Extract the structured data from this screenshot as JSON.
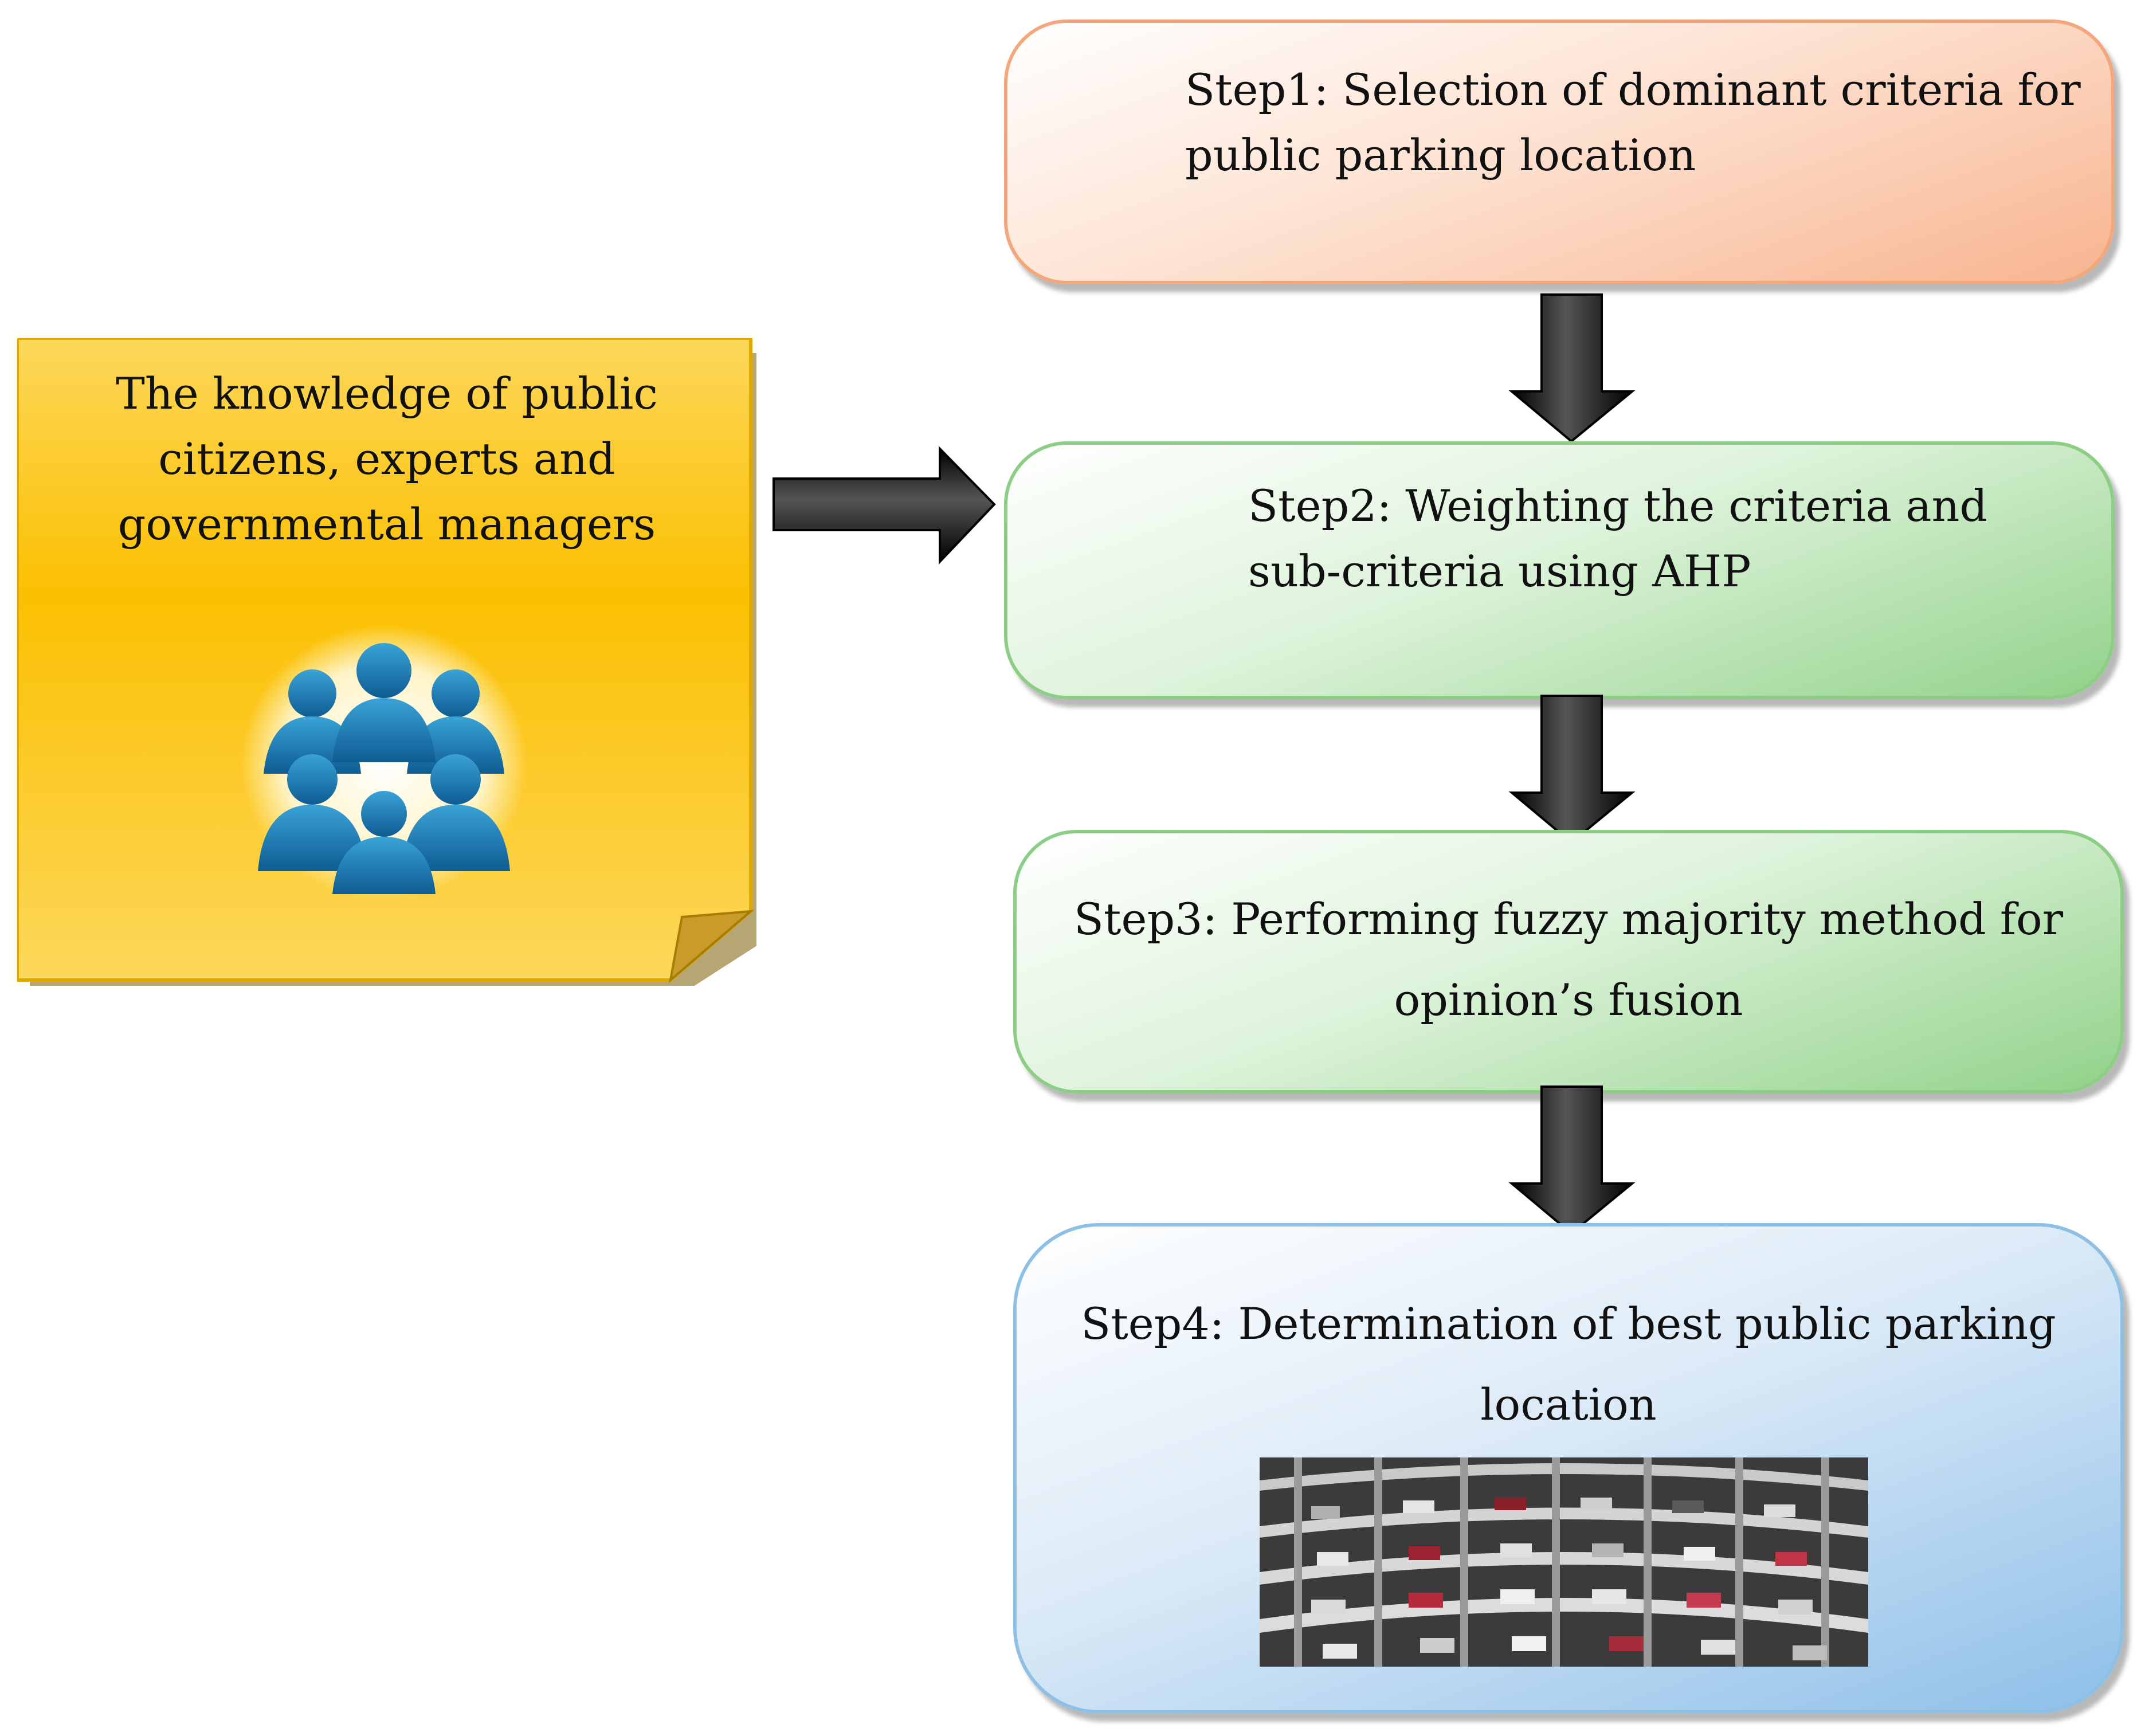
{
  "knowledge_note": {
    "text": "The knowledge of public\ncitizens, experts and\ngovernmental managers",
    "icon": "people-group-icon"
  },
  "steps": [
    {
      "text": "Step1: Selection of dominant criteria for\npublic parking location",
      "color": "#f8b48f"
    },
    {
      "text": "Step2: Weighting the criteria and\nsub-criteria using AHP",
      "color": "#92d28a"
    },
    {
      "text": "Step3: Performing fuzzy majority method for\nopinion’s fusion",
      "color": "#92d28a"
    },
    {
      "text": "Step4: Determination of best public parking\nlocation",
      "color": "#8dbfe8"
    }
  ],
  "note_color": "#fcc200",
  "arrow_color": "#111111"
}
